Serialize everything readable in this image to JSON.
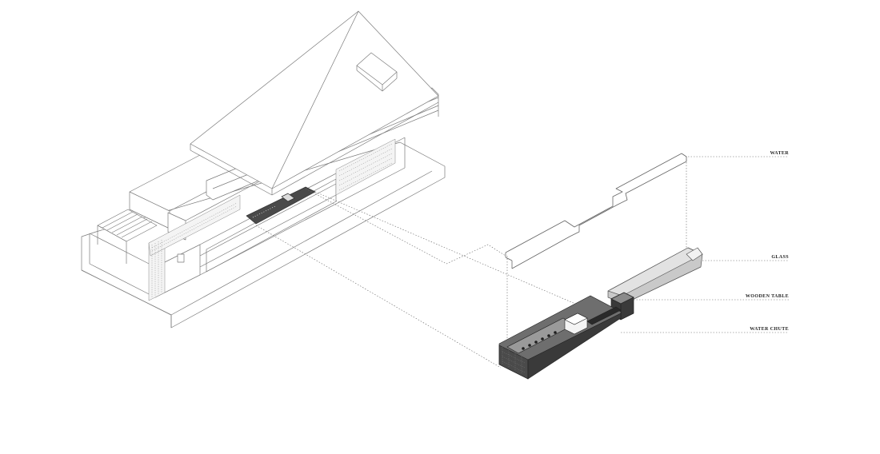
{
  "diagram": {
    "labels": {
      "water": "WATER",
      "glass": "GLASS",
      "wooden_table": "WOODEN TABLE",
      "water_chute": "WATER CHUTE"
    },
    "colors": {
      "line": "#555555",
      "line_light": "#888888",
      "dark_fill": "#3a3a3a",
      "mid_fill": "#8a8a8a",
      "light_fill": "#cfcfcf",
      "background": "#ffffff"
    }
  }
}
